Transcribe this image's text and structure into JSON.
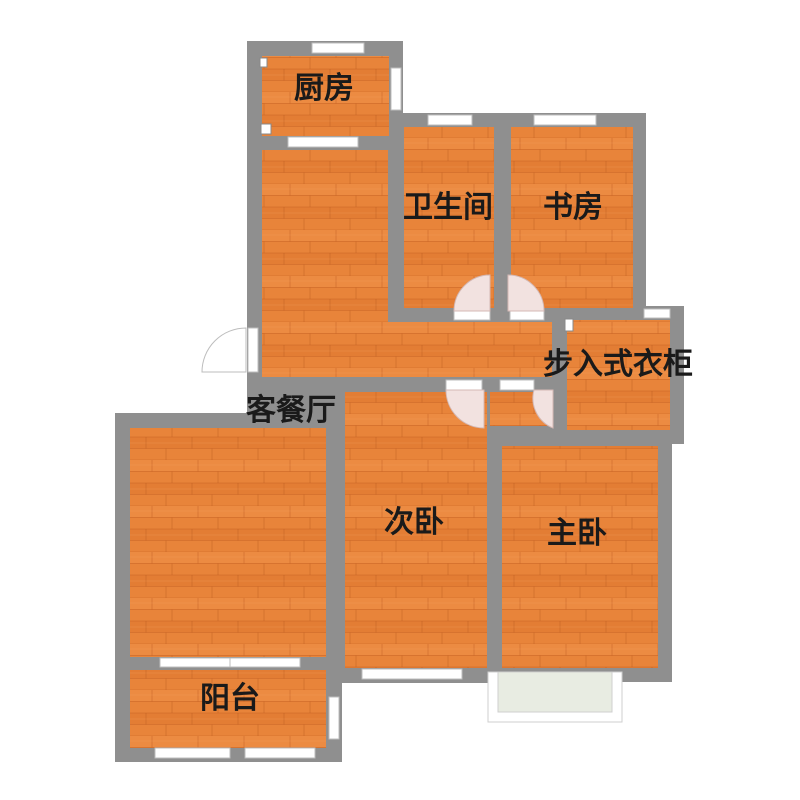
{
  "rooms": {
    "kitchen": "厨房",
    "bathroom": "卫生间",
    "study": "书房",
    "walk_in_closet": "步入式衣柜",
    "living_dining": "客餐厅",
    "second_bedroom": "次卧",
    "master_bedroom": "主卧",
    "balcony": "阳台"
  },
  "colors": {
    "floor": "#e8843a",
    "plank_line": "#b9581c",
    "wall": "#8f8f8f",
    "window": "#ffffff",
    "door_swing": "#f2e2e0",
    "label": "#1a1a1a"
  }
}
